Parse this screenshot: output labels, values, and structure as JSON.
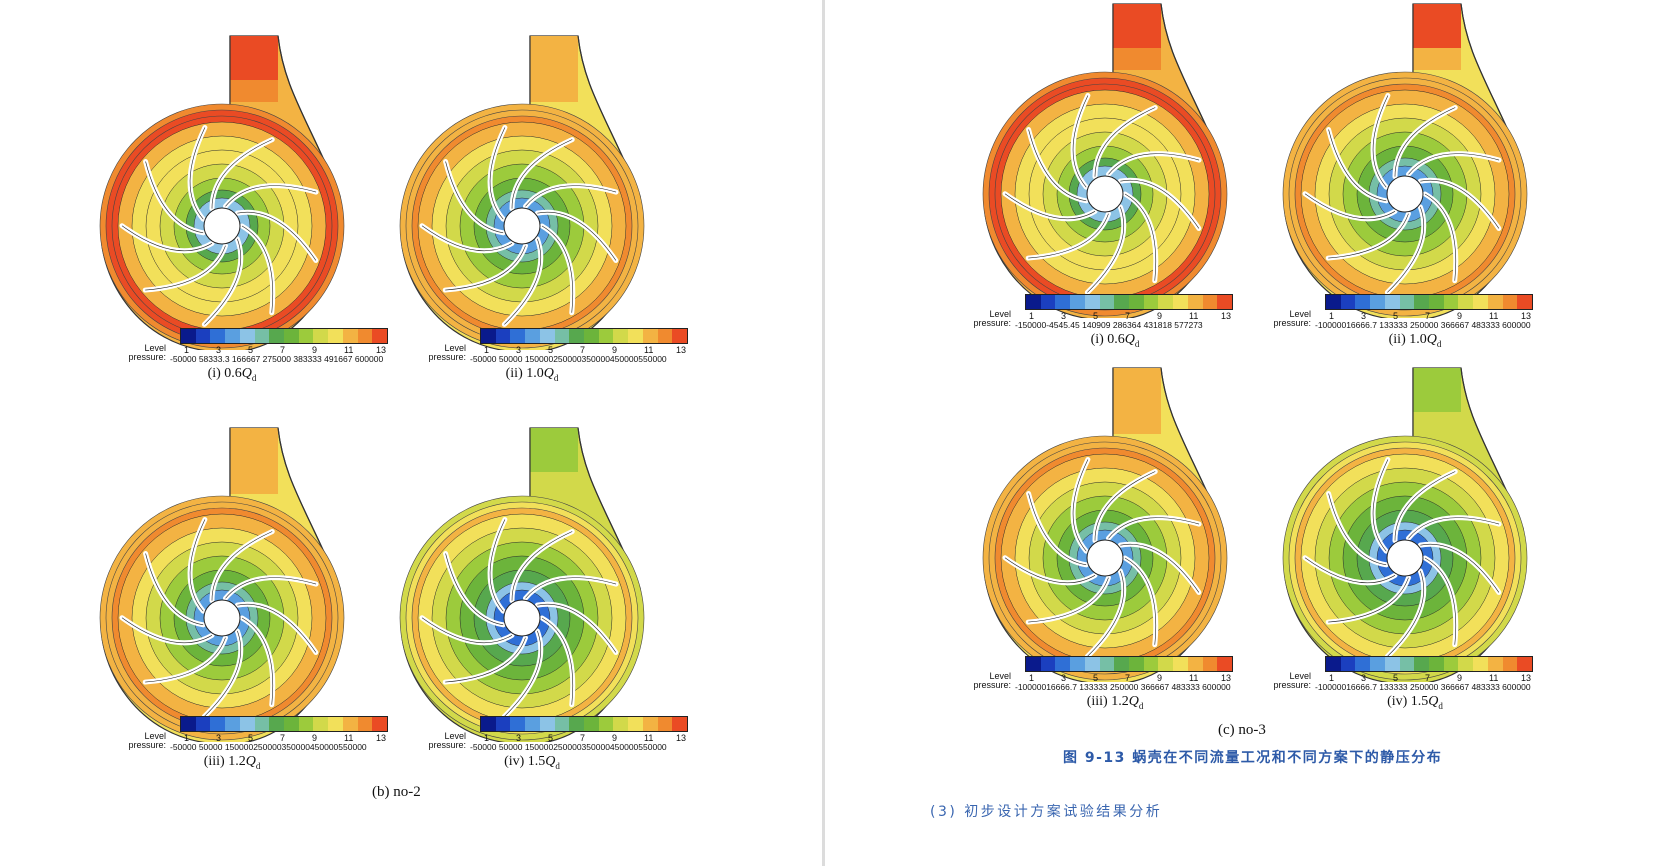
{
  "colormap": [
    "#0a1a8c",
    "#1b3fbf",
    "#2f6fd6",
    "#5a9fe0",
    "#8cc3e6",
    "#76bfa6",
    "#57a84e",
    "#6cb43b",
    "#9ccb3c",
    "#d2d94a",
    "#f2e05a",
    "#f3b343",
    "#f08a2f",
    "#ea4b24",
    "#d9211c"
  ],
  "left_group": {
    "caption": "(b) no-2",
    "panels": [
      {
        "id": "i",
        "caption_prefix": "(i) ",
        "caption_value": "0.6",
        "caption_symbol": "Q",
        "caption_sub": "d",
        "legend_level_label": "Level",
        "legend_var_label": "pressure:",
        "legend_levels": [
          "1",
          "3",
          "5",
          "7",
          "9",
          "11",
          "13"
        ],
        "legend_values": "-50000 58333.3 166667 275000 383333 491667 600000",
        "outlet_level": "high",
        "regime": "low"
      },
      {
        "id": "ii",
        "caption_prefix": "(ii) ",
        "caption_value": "1.0",
        "caption_symbol": "Q",
        "caption_sub": "d",
        "legend_level_label": "Level",
        "legend_var_label": "pressure:",
        "legend_levels": [
          "1",
          "3",
          "5",
          "7",
          "9",
          "11",
          "13"
        ],
        "legend_values": "-50000 50000 150000250000350000450000550000",
        "outlet_level": "mid",
        "regime": "design"
      },
      {
        "id": "iii",
        "caption_prefix": "(iii) ",
        "caption_value": "1.2",
        "caption_symbol": "Q",
        "caption_sub": "d",
        "legend_level_label": "Level",
        "legend_var_label": "pressure:",
        "legend_levels": [
          "1",
          "3",
          "5",
          "7",
          "9",
          "11",
          "13"
        ],
        "legend_values": "-50000 50000 150000250000350000450000550000",
        "outlet_level": "mid",
        "regime": "design"
      },
      {
        "id": "iv",
        "caption_prefix": "(iv) ",
        "caption_value": "1.5",
        "caption_symbol": "Q",
        "caption_sub": "d",
        "legend_level_label": "Level",
        "legend_var_label": "pressure:",
        "legend_levels": [
          "1",
          "3",
          "5",
          "7",
          "9",
          "11",
          "13"
        ],
        "legend_values": "-50000 50000 150000250000350000450000550000",
        "outlet_level": "low",
        "regime": "high"
      }
    ]
  },
  "right_group": {
    "caption": "(c) no-3",
    "panels": [
      {
        "id": "i",
        "caption_prefix": "(i) ",
        "caption_value": "0.6",
        "caption_symbol": "Q",
        "caption_sub": "d",
        "legend_level_label": "Level",
        "legend_var_label": "pressure:",
        "legend_levels": [
          "1",
          "3",
          "5",
          "7",
          "9",
          "11",
          "13"
        ],
        "legend_values": "-150000-4545.45 140909 286364 431818 577273",
        "outlet_level": "high",
        "regime": "low"
      },
      {
        "id": "ii",
        "caption_prefix": "(ii) ",
        "caption_value": "1.0",
        "caption_symbol": "Q",
        "caption_sub": "d",
        "legend_level_label": "Level",
        "legend_var_label": "pressure:",
        "legend_levels": [
          "1",
          "3",
          "5",
          "7",
          "9",
          "11",
          "13"
        ],
        "legend_values": "-10000016666.7 133333 250000 366667 483333 600000",
        "outlet_level": "high",
        "regime": "design"
      },
      {
        "id": "iii",
        "caption_prefix": "(iii) ",
        "caption_value": "1.2",
        "caption_symbol": "Q",
        "caption_sub": "d",
        "legend_level_label": "Level",
        "legend_var_label": "pressure:",
        "legend_levels": [
          "1",
          "3",
          "5",
          "7",
          "9",
          "11",
          "13"
        ],
        "legend_values": "-10000016666.7 133333 250000 366667 483333 600000",
        "outlet_level": "mid",
        "regime": "design"
      },
      {
        "id": "iv",
        "caption_prefix": "(iv) ",
        "caption_value": "1.5",
        "caption_symbol": "Q",
        "caption_sub": "d",
        "legend_level_label": "Level",
        "legend_var_label": "pressure:",
        "legend_levels": [
          "1",
          "3",
          "5",
          "7",
          "9",
          "11",
          "13"
        ],
        "legend_values": "-10000016666.7 133333 250000 366667 483333 600000",
        "outlet_level": "low",
        "regime": "high"
      }
    ]
  },
  "figure_title": "图 9-13  蜗壳在不同流量工况和不同方案下的静压分布",
  "section_heading": "(3) 初步设计方案试验结果分析"
}
